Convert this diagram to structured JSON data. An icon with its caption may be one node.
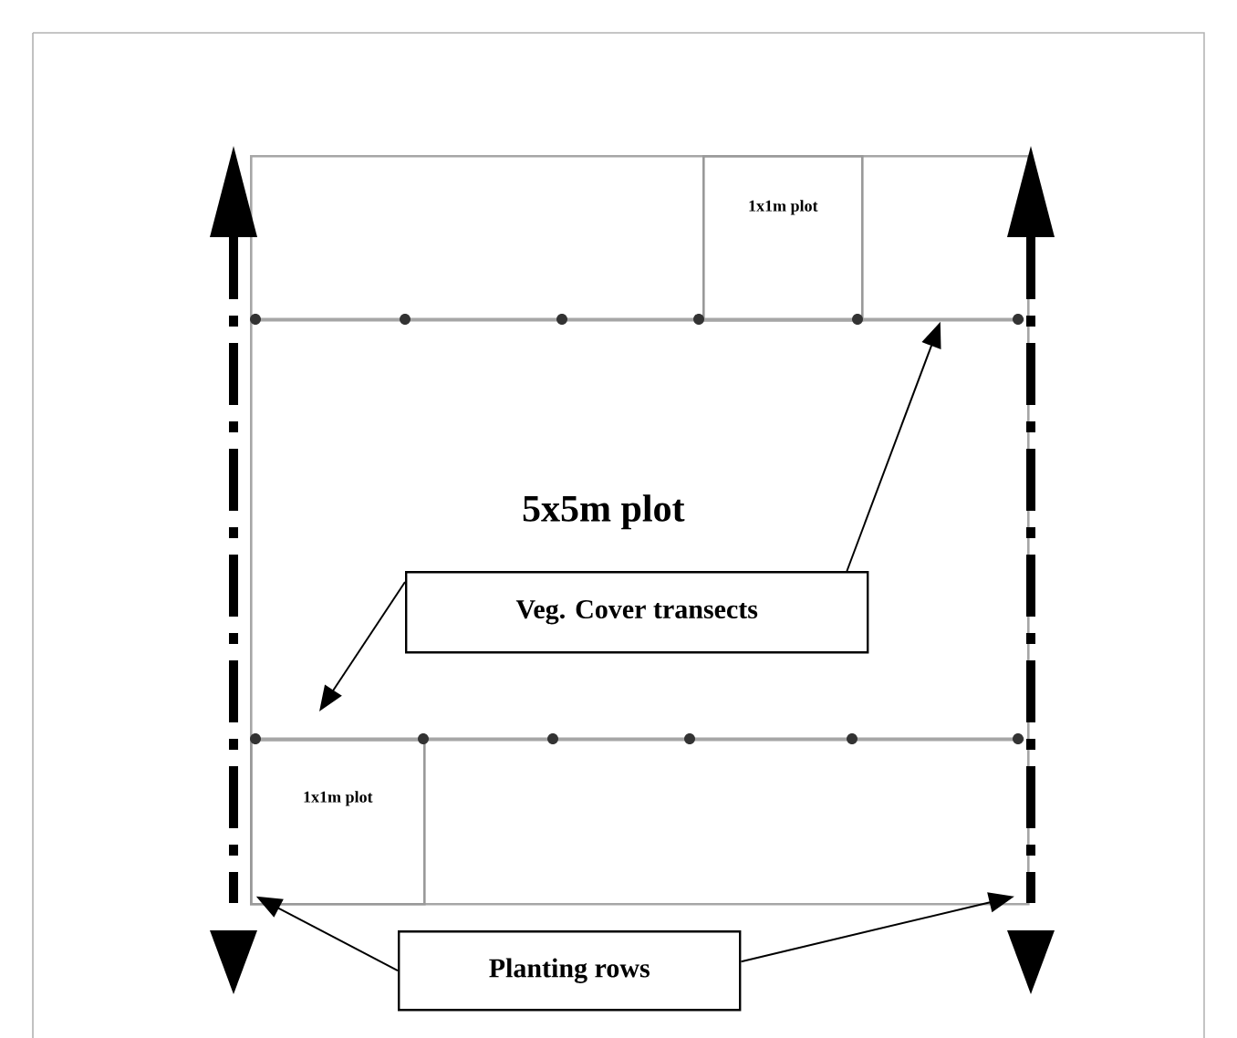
{
  "diagram": {
    "nodes": [
      {
        "text": [
          "5x5m plot"
        ]
      },
      {
        "text": [
          "1x1m plot"
        ],
        "in": 0
      },
      {
        "text": [
          "1x1m plot"
        ],
        "in": 0
      },
      {
        "text": [
          "Veg. Cover transects"
        ],
        "in": 0
      },
      {
        "text": [
          "Planting rows"
        ]
      },
      {
        "text": [],
        "shape": "bar"
      },
      {
        "text": [],
        "shape": "bar"
      },
      {
        "text": [],
        "shape": "line",
        "in": 0
      },
      {
        "text": [],
        "shape": "line",
        "in": 0
      }
    ],
    "edges": [
      {
        "from": 3,
        "to": 8,
        "arrow": "to"
      },
      {
        "from": 3,
        "to": 7,
        "arrow": "to"
      },
      {
        "from": 4,
        "to": 5,
        "arrow": "to"
      },
      {
        "from": 4,
        "to": 6,
        "arrow": "to"
      }
    ]
  }
}
